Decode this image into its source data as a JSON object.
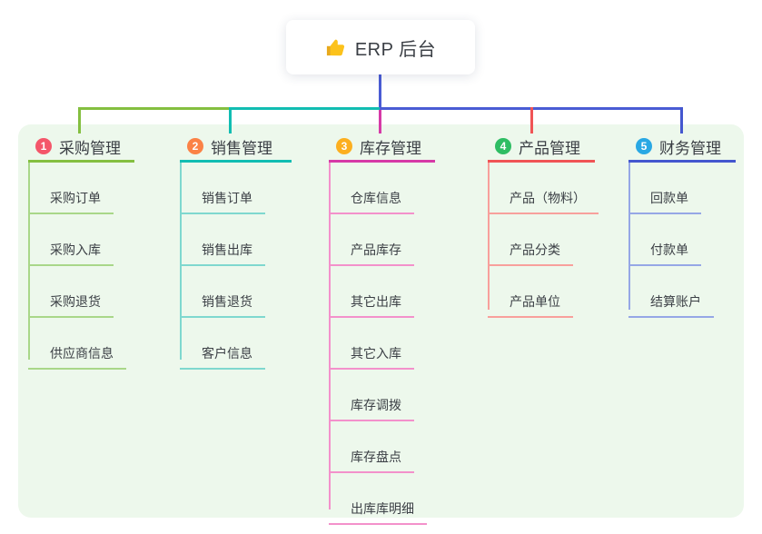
{
  "root": {
    "title": "ERP 后台",
    "icon": "thumbs-up-icon",
    "icon_color": "#fcc21b"
  },
  "branches": [
    {
      "index": "1",
      "label": "采购管理",
      "badge_color": "#f4566a",
      "line_color": "#84bf40",
      "item_line_color": "#a9d789",
      "items": [
        "采购订单",
        "采购入库",
        "采购退货",
        "供应商信息"
      ]
    },
    {
      "index": "2",
      "label": "销售管理",
      "badge_color": "#fb8246",
      "line_color": "#11bdb2",
      "item_line_color": "#7fd8cf",
      "items": [
        "销售订单",
        "销售出库",
        "销售退货",
        "客户信息"
      ]
    },
    {
      "index": "3",
      "label": "库存管理",
      "badge_color": "#fcaf1f",
      "line_color": "#d63aa7",
      "item_line_color": "#f391cb",
      "items": [
        "仓库信息",
        "产品库存",
        "其它出库",
        "其它入库",
        "库存调拨",
        "库存盘点",
        "出库库明细"
      ]
    },
    {
      "index": "4",
      "label": "产品管理",
      "badge_color": "#2ebd63",
      "line_color": "#f05455",
      "item_line_color": "#f8a09c",
      "items": [
        "产品（物料）",
        "产品分类",
        "产品单位"
      ]
    },
    {
      "index": "5",
      "label": "财务管理",
      "badge_color": "#29a8e4",
      "line_color": "#4457cf",
      "item_line_color": "#96a7e6",
      "items": [
        "回款单",
        "付款单",
        "结算账户"
      ]
    }
  ],
  "colors": {
    "canvas_bg": "#ffffff",
    "panel_bg": "#edf8ec",
    "root_stem": "#4a5cd4",
    "text": "#3b3f45"
  }
}
